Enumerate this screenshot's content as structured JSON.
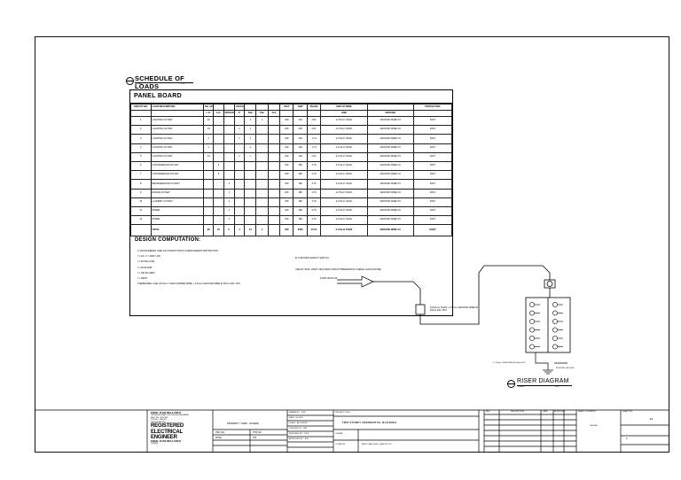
{
  "drawing": {
    "schedule_title": "SCHEDULE OF LOADS",
    "schedule_subtitle_left": "SCALE",
    "schedule_subtitle_right": "NTS",
    "panel_title": "PANEL BOARD",
    "design_title": "DESIGN COMPUTATION:",
    "riser_title": "RISER DIAGRAM",
    "riser_subtitle_left": "SCALE",
    "riser_subtitle_right": "NTS"
  },
  "schedule": {
    "headers": [
      "CIRCUIT NO.",
      "LOAD DESCRIPTION",
      "NO. OF OUTLETS",
      "",
      "",
      "VOLTAGE / AMPERE RATING",
      "",
      "",
      "",
      "VOLT",
      "AMP",
      "PHASE",
      "SIZE OF WIRE",
      "",
      "PROTECTION"
    ],
    "subheaders": [
      "",
      "",
      "L.O.",
      "C.O.",
      "SPECIAL",
      "P",
      "Pab",
      "Pbc",
      "Pca",
      "",
      "",
      "",
      "LINE",
      "GROUND",
      ""
    ],
    "rows": [
      [
        "1",
        "LIGHTING OUTLET",
        "10",
        "",
        "",
        "",
        "1",
        "1",
        "",
        "230",
        "100",
        "2.61",
        "2-3.5mm THHN",
        "GROUND WIRE 3.5",
        "20AT"
      ],
      [
        "2",
        "LIGHTING OUTLET",
        "10",
        "",
        "",
        "1",
        "1",
        "",
        "",
        "230",
        "100",
        "2.61",
        "2-3.5mm THHN",
        "GROUND WIRE 3.5",
        "20AT"
      ],
      [
        "3",
        "LIGHTING OUTLET",
        "4",
        "",
        "",
        "1",
        "1",
        "",
        "",
        "230",
        "100",
        "1.74",
        "2-3.5mm THHN",
        "GROUND WIRE 3.5",
        "20AT"
      ],
      [
        "4",
        "LIGHTING OUTLET",
        "4",
        "",
        "",
        "",
        "1",
        "",
        "",
        "230",
        "100",
        "1.74",
        "2-3.5mm THHN",
        "GROUND WIRE 3.5",
        "20AT"
      ],
      [
        "5",
        "LIGHTING OUTLET",
        "10",
        "",
        "",
        "1",
        "1",
        "",
        "",
        "230",
        "100",
        "2.61",
        "2-3.5mm THHN",
        "GROUND WIRE 3.5",
        "20AT"
      ],
      [
        "6",
        "CONVENIENCE OUTLET",
        "",
        "6",
        "",
        "",
        "",
        "",
        "",
        "230",
        "180",
        "4.70",
        "2-3.5mm THHN",
        "GROUND WIRE 3.5",
        "20AT"
      ],
      [
        "7",
        "CONVENIENCE OUTLET",
        "",
        "6",
        "",
        "",
        "",
        "",
        "",
        "230",
        "180",
        "4.70",
        "2-3.5mm THHN",
        "GROUND WIRE 3.5",
        "20AT"
      ],
      [
        "8",
        "REFRIGERATOR OUTLET",
        "",
        "",
        "1",
        "",
        "",
        "",
        "",
        "230",
        "180",
        "4.70",
        "2-3.5mm THHN",
        "GROUND WIRE 3.5",
        "20AT"
      ],
      [
        "9",
        "RANGE OUTLET",
        "",
        "",
        "1",
        "",
        "",
        "",
        "",
        "230",
        "180",
        "4.70",
        "2-3.5mm THHN",
        "GROUND WIRE 3.5",
        "30AT"
      ],
      [
        "10",
        "LAUNDRY OUTLET",
        "",
        "",
        "1",
        "",
        "",
        "",
        "",
        "230",
        "180",
        "4.70",
        "2-3.5mm THHN",
        "GROUND WIRE 3.5",
        "20AT"
      ],
      [
        "11",
        "SPARE",
        "",
        "",
        "1",
        "",
        "",
        "",
        "",
        "230",
        "180",
        "4.70",
        "2-3.5mm THHN",
        "GROUND WIRE 3.5",
        "20AT"
      ],
      [
        "12",
        "SPARE",
        "",
        "",
        "1",
        "",
        "",
        "",
        "",
        "230",
        "180",
        "4.70",
        "2-3.5mm THHN",
        "GROUND WIRE 3.5",
        "20AT"
      ]
    ],
    "total": [
      "",
      "TOTAL",
      "38",
      "12",
      "5",
      "4",
      "13",
      "4",
      "",
      "230",
      "2060",
      "45.54",
      "2-3.5mm THHN",
      "GROUND WIRE 3.5",
      "100AT"
    ]
  },
  "design": {
    "left_lines": [
      "A. MAIN FEEDER: SIZE OF CONDUCTOR & OVERCURRENT PROTECTION",
      "I = VA / V = 2060 / 230",
      "I = 45.54A (3.96)",
      "I = 56.93 AMP",
      "I = 100.93 (AMP)",
      "I = 100AT",
      "THEREFORE, USE 2-8.0mm² THHN COPPER WIRE + 3.5mm² GROUND WIRE IN 20mm DIA. PVC"
    ],
    "right_lines": [
      "B. FOR MAIN SAFETY SWITCH",
      "USE 2P, 60AF, 100AT, 230V MAIN CIRCUIT BREAKER IN A NEMA 1 ENCLOSURE"
    ],
    "arrow_note": "100AT MAIN CB"
  },
  "riser": {
    "feeder_note": "2-8.0mm² THHN + 3.5mm² GROUND WIRE IN 20mm DIA. PVC",
    "ground_note": "2- 3.5mm THHN WIRE IN 20mm PVC",
    "ground_note_right": "EXISTING GROUND"
  },
  "title_block": {
    "owner_label": "OWNER",
    "owner_name": "ENGR. JUAN DELA CRUZ",
    "professional_lines": [
      "PROFESSIONAL ELECTRICAL ENGINEER",
      "REG. NO. 0012345",
      "PTR NO. 7654321",
      "TIN 123-456-789"
    ],
    "big_lines": [
      "REGISTERED",
      "ELECTRICAL",
      "ENGINEER"
    ],
    "signatory": "ENGR. JUAN DELA CRUZ",
    "prc_label": "PRC NO.",
    "ptr_label": "PTR NO.",
    "date_label": "DATE",
    "tin_label": "TIN",
    "property_label": "PROPERTY / SPEC. HOLDER",
    "drawn_by": "DRAWN BY : JOFF",
    "checked_by": "CHECKED BY : JPR",
    "designed_by": "DESIGNED BY : JOFF",
    "approved_by": "APPROVED BY : JPR",
    "date": "DATE : 06-2020",
    "scale": "SCALE : AS SHOWN",
    "project_title_label": "PROJECT TITLE",
    "project_title": "TWO-STOREY RESIDENTIAL BUILDING",
    "owner_row": "OWNER",
    "location_label": "LOCATION",
    "location": "BRGY. SAN JOSE, QUEZON CITY",
    "revision_header": [
      "REV.",
      "DESCRIPTION",
      "DATE",
      "APPROVED"
    ],
    "sheet_contents_label": "SHEET CONTENTS",
    "sheet_contents": "LEGEND",
    "sheet_no_label": "SHEET NO.",
    "sheet_no": "E2",
    "sheet_total": "3"
  }
}
